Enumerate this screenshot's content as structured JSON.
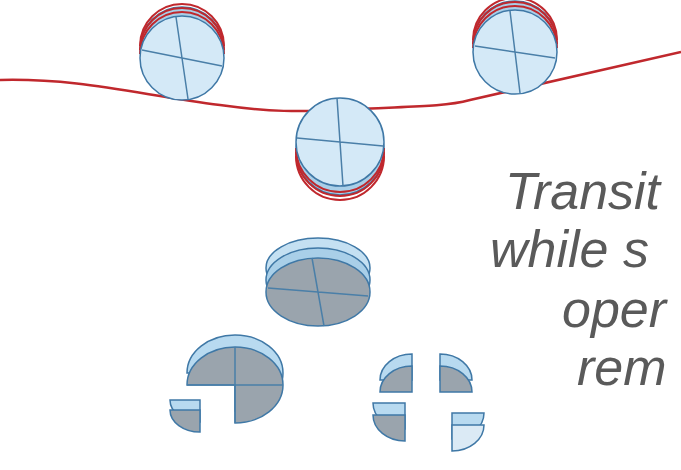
{
  "diagram": {
    "labels": [
      "Transit",
      "while s",
      "oper",
      "rem"
    ]
  }
}
